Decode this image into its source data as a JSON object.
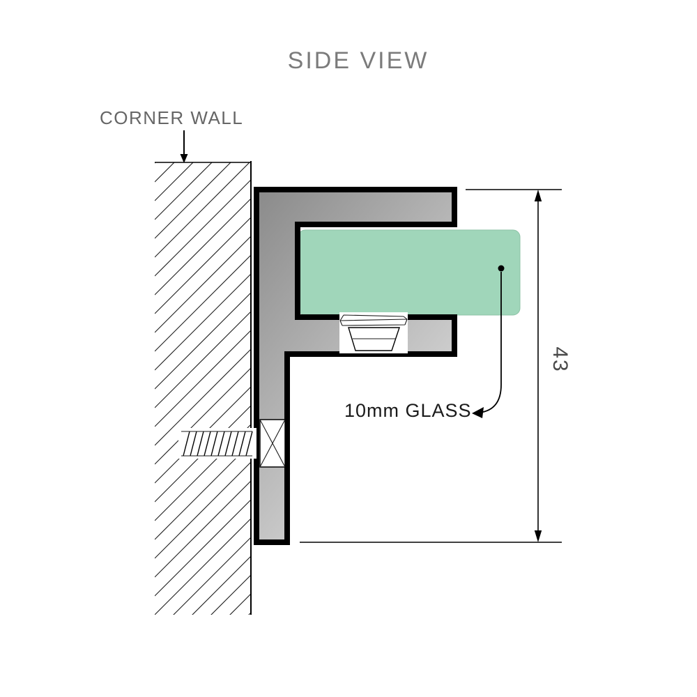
{
  "diagram": {
    "title": "SIDE VIEW",
    "corner_wall_label": "CORNER WALL",
    "glass_label": "10mm GLASS",
    "dimension_label": "43",
    "colors": {
      "glass_fill": "#a0d6ba",
      "metal_dark": "#8a8a8a",
      "metal_light": "#e0e0e0",
      "outline": "#000000",
      "title_color": "#7b7b7b",
      "wall_label_color": "#666666",
      "glass_label_color": "#1a1a1a",
      "dimension_color": "#4a4a4a"
    }
  }
}
